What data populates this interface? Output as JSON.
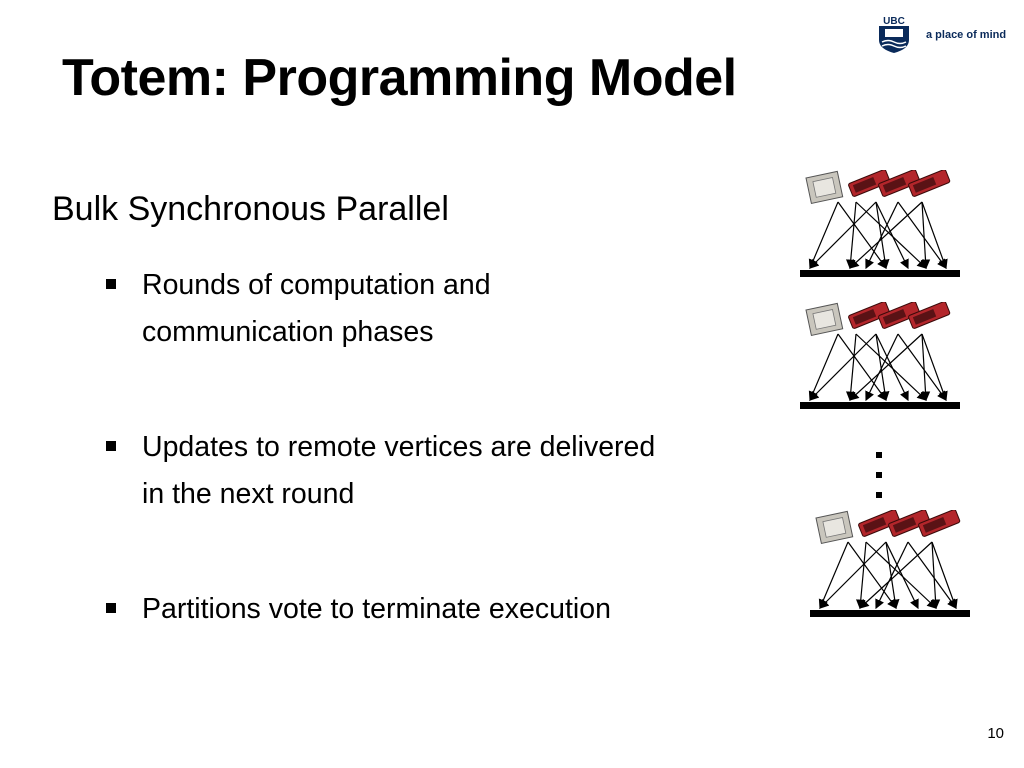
{
  "header": {
    "title": "Totem: Programming Model",
    "logo_text": "UBC",
    "logo_tagline": "a place of mind"
  },
  "content": {
    "subtitle": "Bulk Synchronous Parallel",
    "bullets": [
      {
        "text": "Rounds of computation and communication phases"
      },
      {
        "text": "Updates to remote vertices are delivered in the next round"
      },
      {
        "text": "Partitions vote to terminate execution"
      }
    ]
  },
  "diagram": {
    "processors_per_round": [
      "cpu-chip",
      "gpu-card",
      "gpu-card",
      "gpu-card"
    ],
    "colors": {
      "cpu": "#c9c6bd",
      "gpu": "#b3262b",
      "bar": "#000000"
    }
  },
  "footer": {
    "page_number": "10"
  }
}
